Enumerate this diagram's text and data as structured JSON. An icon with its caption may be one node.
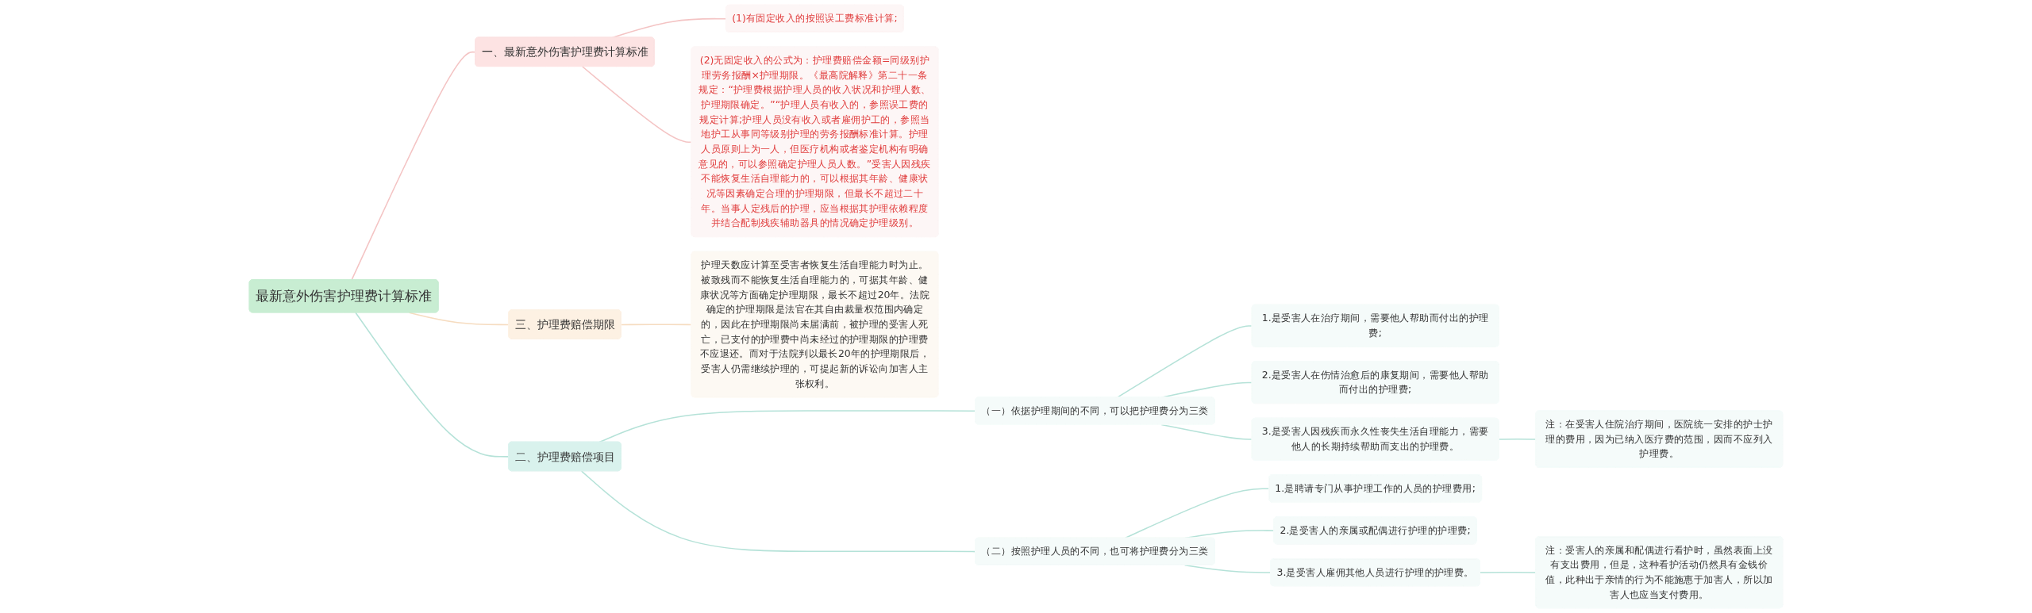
{
  "diagram": {
    "nodes": [
      {
        "text": [
          "最新意外伤害护理费计算标准"
        ]
      },
      {
        "text": [
          "一、最新意外伤害护理费计算标准"
        ]
      },
      {
        "text": [
          "(1)有固定收入的按照误工费标准计算;"
        ]
      },
      {
        "text": [
          "(2)无固定收入的公式为：护理费赔偿金额=同级别护理劳务报酬×护理期限。《最高院解释》第二十一条规定：“护理费根据护理人员的收入状况和护理人数、护理期限确定。”“护理人员有收入的，参照误工费的规定计算;护理人员没有收入或者雇佣护工的，参照当地护工从事同等级别护理的劳务报酬标准计算。护理人员原则上为一人，但医疗机构或者鉴定机构有明确意见的，可以参照确定护理人员人数。”受害人因残疾不能恢复生活自理能力的，可以根据其年龄、健康状况等因素确定合理的护理期限，但最长不超过二十年。当事人定残后的护理，应当根据其护理依赖程度并结合配制残疾辅助器具的情况确定护理级别。"
        ]
      },
      {
        "text": [
          "二、护理费赔偿项目"
        ]
      },
      {
        "text": [
          "（一）依据护理期间的不同，可以把护理费分为三类"
        ]
      },
      {
        "text": [
          "1.是受害人在治疗期间，需要他人帮助而付出的护理费;"
        ]
      },
      {
        "text": [
          "2.是受害人在伤情治愈后的康复期间，需要他人帮助而付出的护理费;"
        ]
      },
      {
        "text": [
          "3.是受害人因残疾而永久性丧失生活自理能力，需要他人的长期持续帮助而支出的护理费。"
        ]
      },
      {
        "text": [
          "注：在受害人住院治疗期间，医院统一安排的护士护理的费用，因为已纳入医疗费的范围，因而不应列入护理费。"
        ]
      },
      {
        "text": [
          "（二）按照护理人员的不同，也可将护理费分为三类"
        ]
      },
      {
        "text": [
          "1.是聘请专门从事护理工作的人员的护理费用;"
        ]
      },
      {
        "text": [
          "2.是受害人的亲属或配偶进行护理的护理费;"
        ]
      },
      {
        "text": [
          "3.是受害人雇佣其他人员进行护理的护理费。"
        ]
      },
      {
        "text": [
          "注：受害人的亲属和配偶进行看护时，虽然表面上没有支出费用，但是，这种看护活动仍然具有金钱价值，此种出于亲情的行为不能施惠于加害人，所以加害人也应当支付费用。"
        ]
      },
      {
        "text": [
          "三、护理费赔偿期限"
        ]
      },
      {
        "text": [
          "护理天数应计算至受害者恢复生活自理能力时为止。被致残而不能恢复生活自理能力的，可据其年龄、健康状况等方面确定护理期限，最长不超过20年。法院确定的护理期限是法官在其自由裁量权范围内确定的，因此在护理期限尚未届满前，被护理的受害人死亡，已支付的护理费中尚未经过的护理期限的护理费不应退还。而对于法院判以最长20年的护理期限后，受害人仍需继续护理的，可提起新的诉讼向加害人主张权利。"
        ]
      }
    ],
    "edges": [
      {
        "from": 0,
        "to": 1,
        "arrow": "none",
        "color": "#f4c4c4"
      },
      {
        "from": 1,
        "to": 2,
        "arrow": "none",
        "color": "#f4c4c4"
      },
      {
        "from": 1,
        "to": 3,
        "arrow": "none",
        "color": "#f4c4c4"
      },
      {
        "from": 0,
        "to": 4,
        "arrow": "none"
      },
      {
        "from": 4,
        "to": 5,
        "arrow": "none"
      },
      {
        "from": 5,
        "to": 6,
        "arrow": "none"
      },
      {
        "from": 5,
        "to": 7,
        "arrow": "none"
      },
      {
        "from": 5,
        "to": 8,
        "arrow": "none"
      },
      {
        "from": 8,
        "to": 9,
        "arrow": "none"
      },
      {
        "from": 4,
        "to": 10,
        "arrow": "none"
      },
      {
        "from": 10,
        "to": 11,
        "arrow": "none"
      },
      {
        "from": 10,
        "to": 12,
        "arrow": "none"
      },
      {
        "from": 10,
        "to": 13,
        "arrow": "none"
      },
      {
        "from": 13,
        "to": 14,
        "arrow": "none"
      },
      {
        "from": 0,
        "to": 15,
        "arrow": "none",
        "color": "#f6dcc0"
      },
      {
        "from": 15,
        "to": 16,
        "arrow": "none",
        "color": "#f6dcc0"
      }
    ]
  }
}
